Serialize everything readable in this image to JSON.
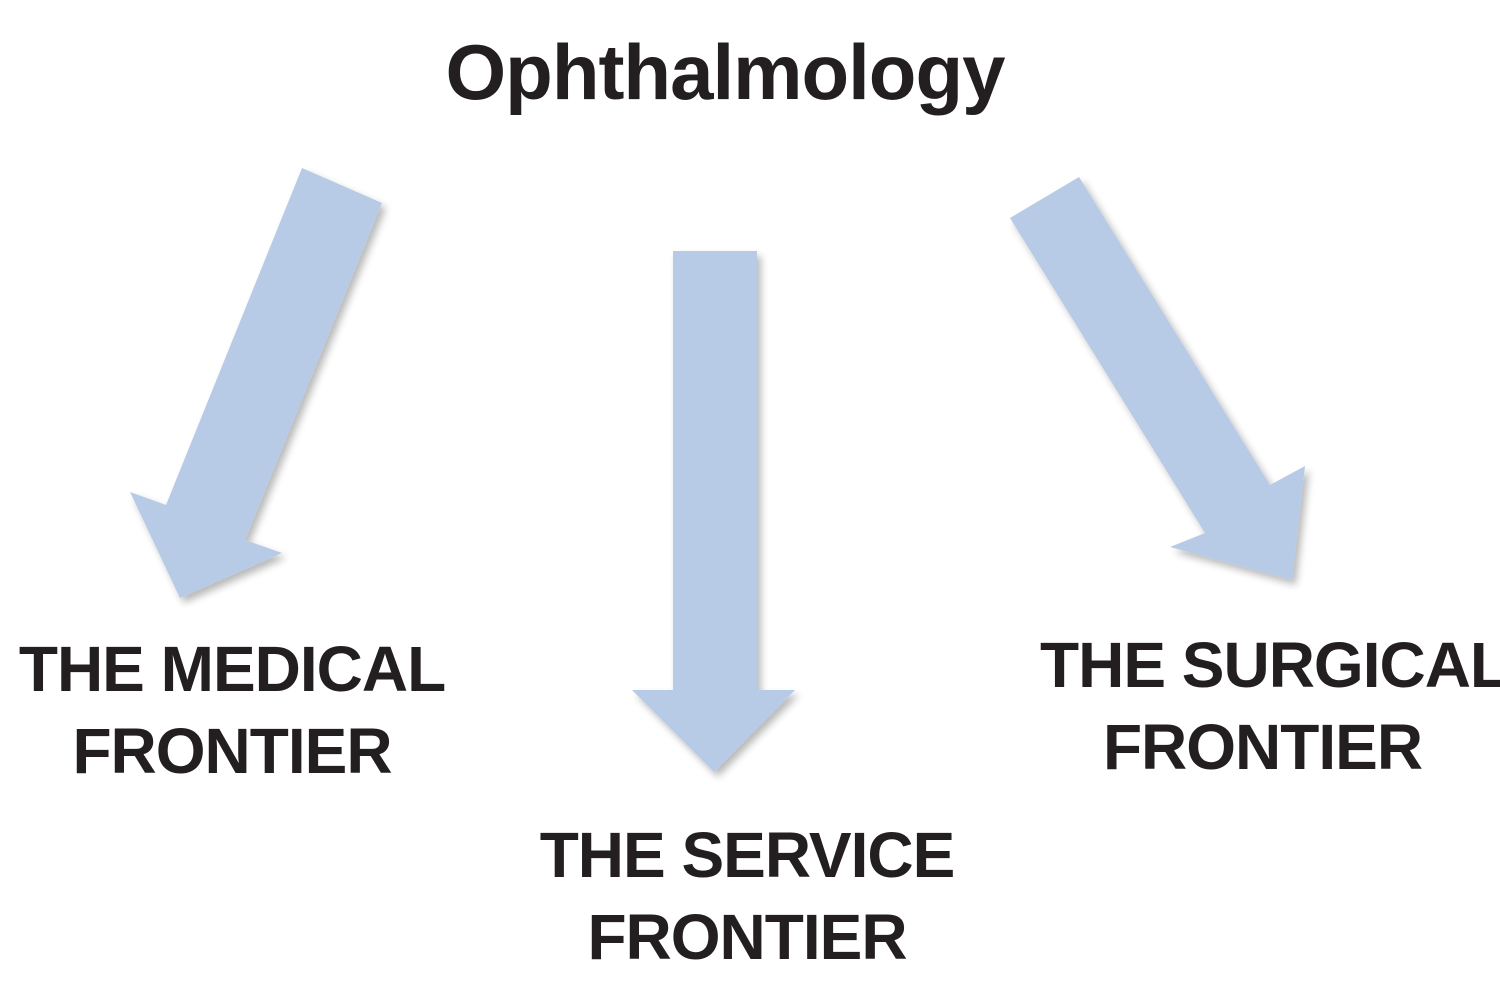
{
  "title": "Ophthalmology",
  "colors": {
    "arrow_fill": "#b7cae6",
    "text": "#231f20",
    "background": "#ffffff"
  },
  "branches": [
    {
      "id": "medical",
      "direction": "down-left",
      "label_line1": "THE MEDICAL",
      "label_line2": "FRONTIER"
    },
    {
      "id": "service",
      "direction": "down",
      "label_line1": "THE SERVICE",
      "label_line2": "FRONTIER"
    },
    {
      "id": "surgical",
      "direction": "down-right",
      "label_line1": "THE SURGICAL",
      "label_line2": "FRONTIER"
    }
  ]
}
